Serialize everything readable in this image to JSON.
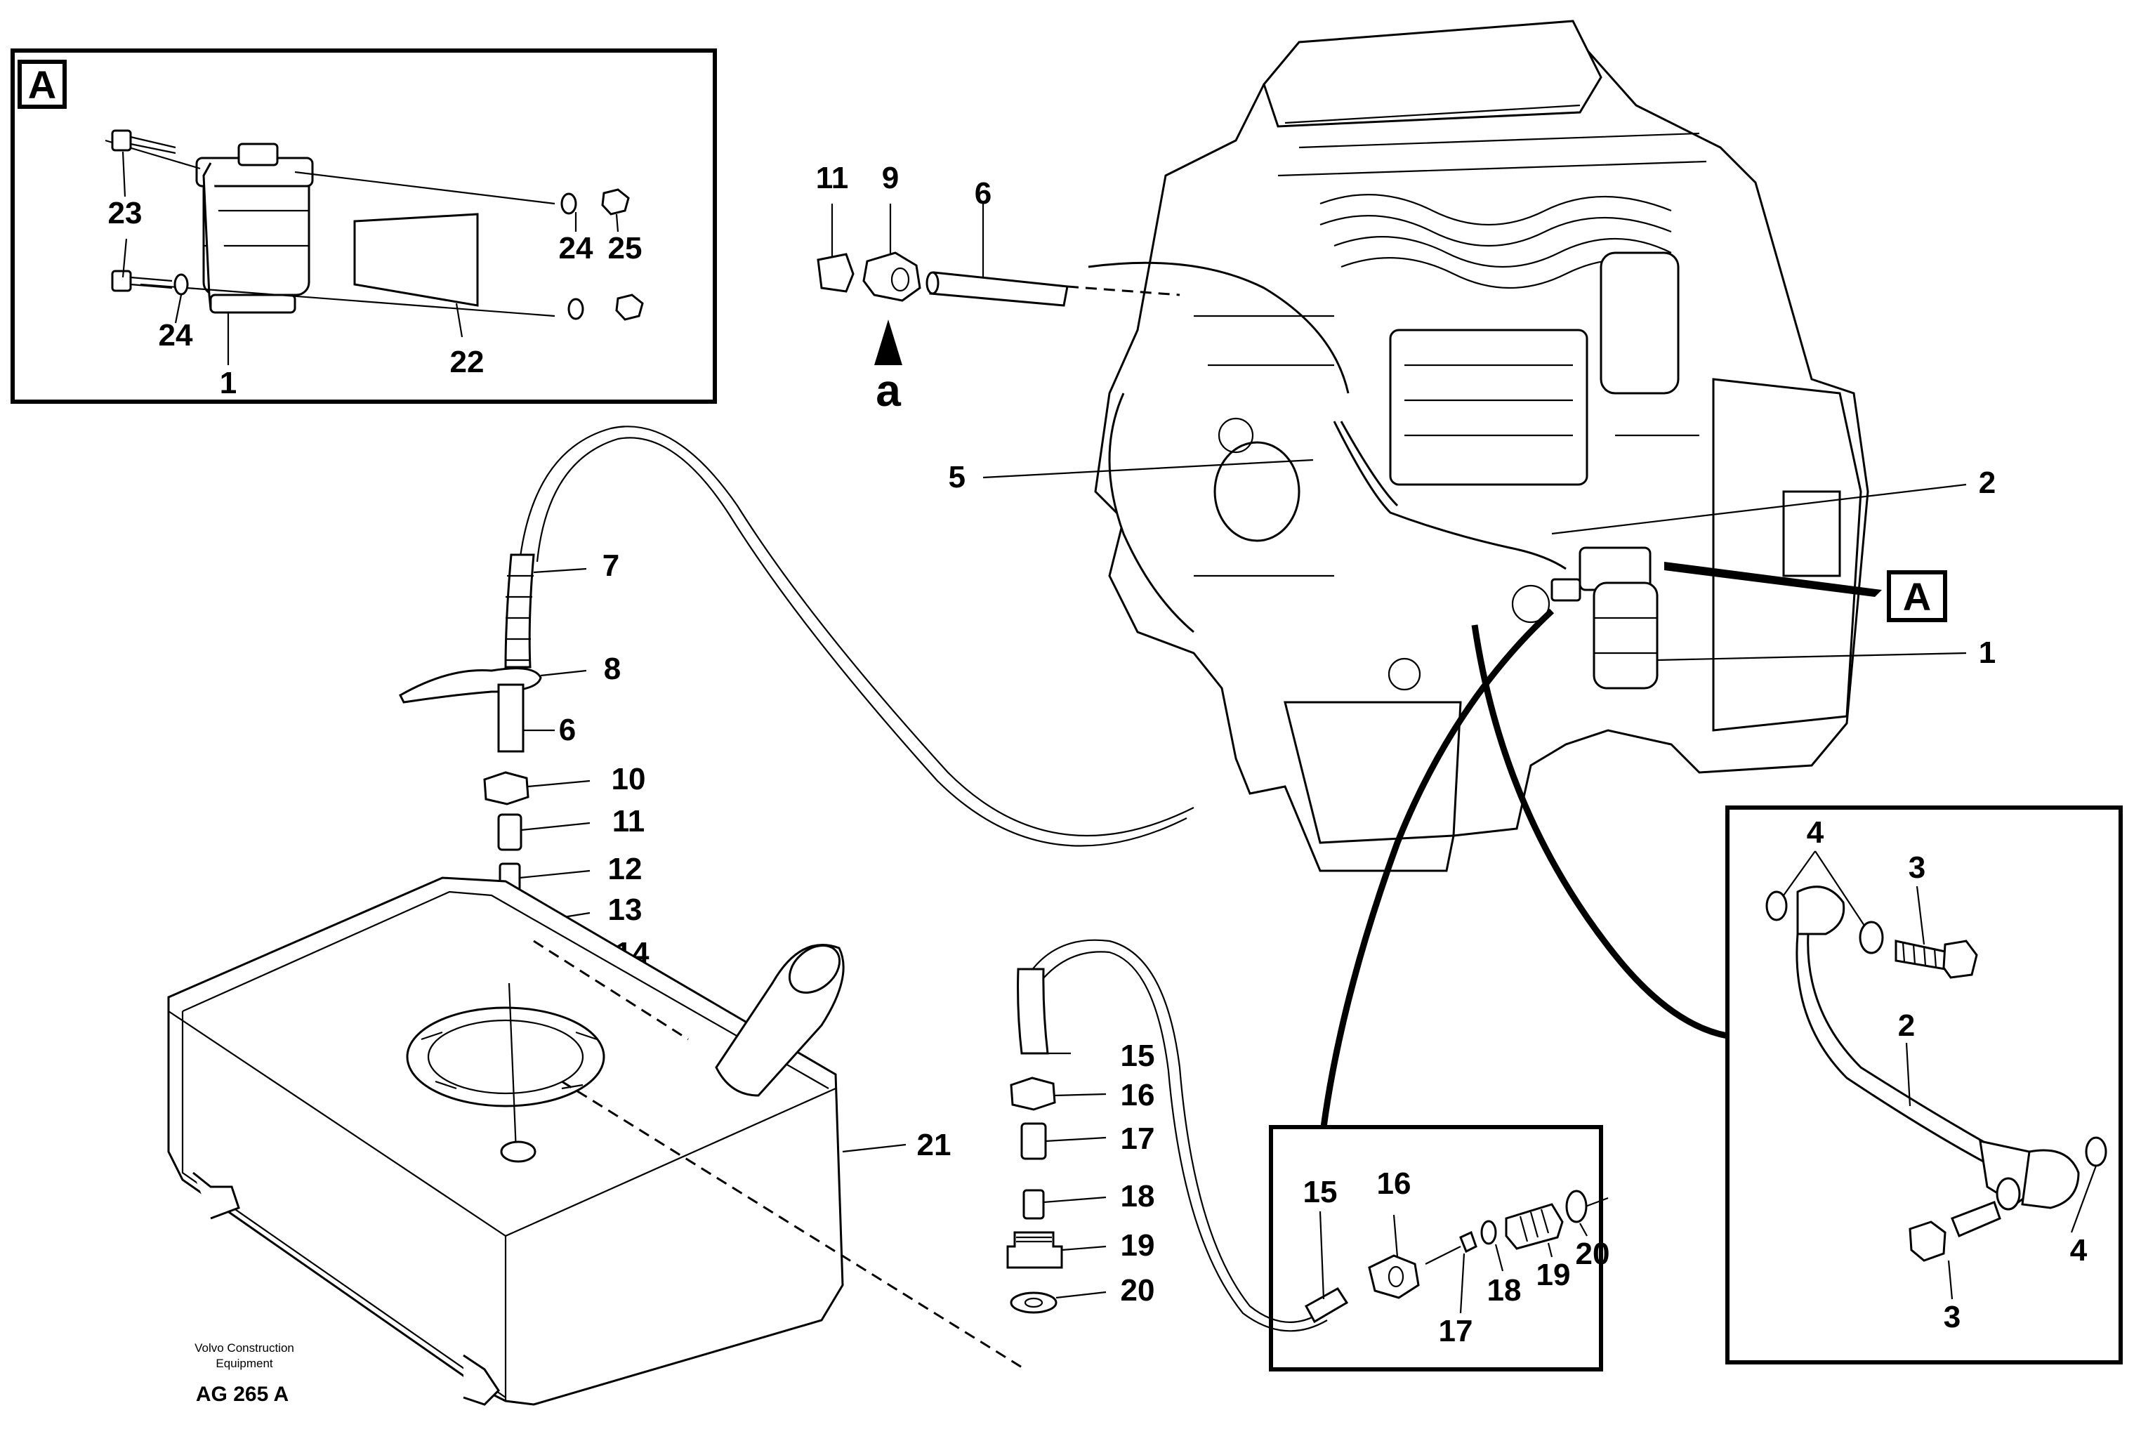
{
  "detail_a": {
    "label": "A",
    "callouts": [
      "23",
      "24",
      "25",
      "24",
      "1",
      "22"
    ]
  },
  "engine_view": {
    "pointer_label": "A",
    "view_arrow_label": "a",
    "callouts_top": [
      "11",
      "9",
      "6"
    ],
    "callouts_right": [
      "5",
      "2",
      "1"
    ]
  },
  "feed_line": {
    "callouts": [
      "7",
      "8",
      "6",
      "10",
      "11",
      "12",
      "13",
      "14"
    ]
  },
  "tank": {
    "callouts": [
      "21"
    ]
  },
  "return_line": {
    "callouts": [
      "15",
      "16",
      "17",
      "18",
      "19",
      "20"
    ]
  },
  "detail_connector": {
    "callouts": [
      "15",
      "16",
      "17",
      "18",
      "19",
      "20"
    ]
  },
  "detail_banjo": {
    "callouts": [
      "4",
      "3",
      "2",
      "4",
      "3"
    ]
  },
  "footer": {
    "company_line1": "Volvo Construction",
    "company_line2": "Equipment",
    "drawing_code": "AG 265 A"
  },
  "colors": {
    "ink": "#000000",
    "paper": "#ffffff"
  }
}
